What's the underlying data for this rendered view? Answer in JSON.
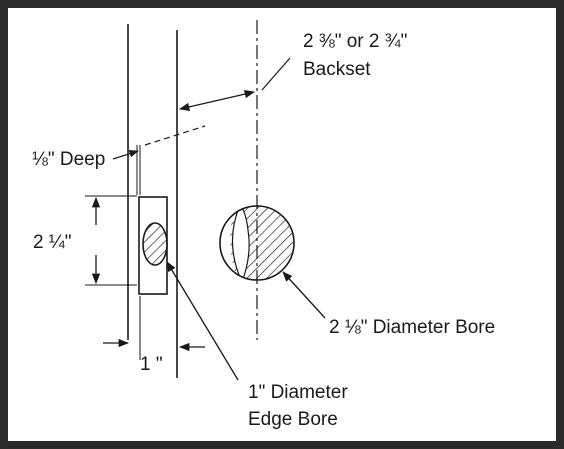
{
  "diagram": {
    "labels": {
      "backset_size": "2 ⅜\" or  2 ¾\"",
      "backset": "Backset",
      "deep": "⅛\" Deep",
      "height": "2 ¼\"",
      "edge_width": "1 \"",
      "edge_bore_line1": "1\" Diameter",
      "edge_bore_line2": "Edge Bore",
      "main_bore": "2 ⅛\" Diameter Bore"
    },
    "colors": {
      "frame": "#2b2b2b",
      "paper": "#ffffff",
      "ink": "#1a1a1a"
    }
  }
}
